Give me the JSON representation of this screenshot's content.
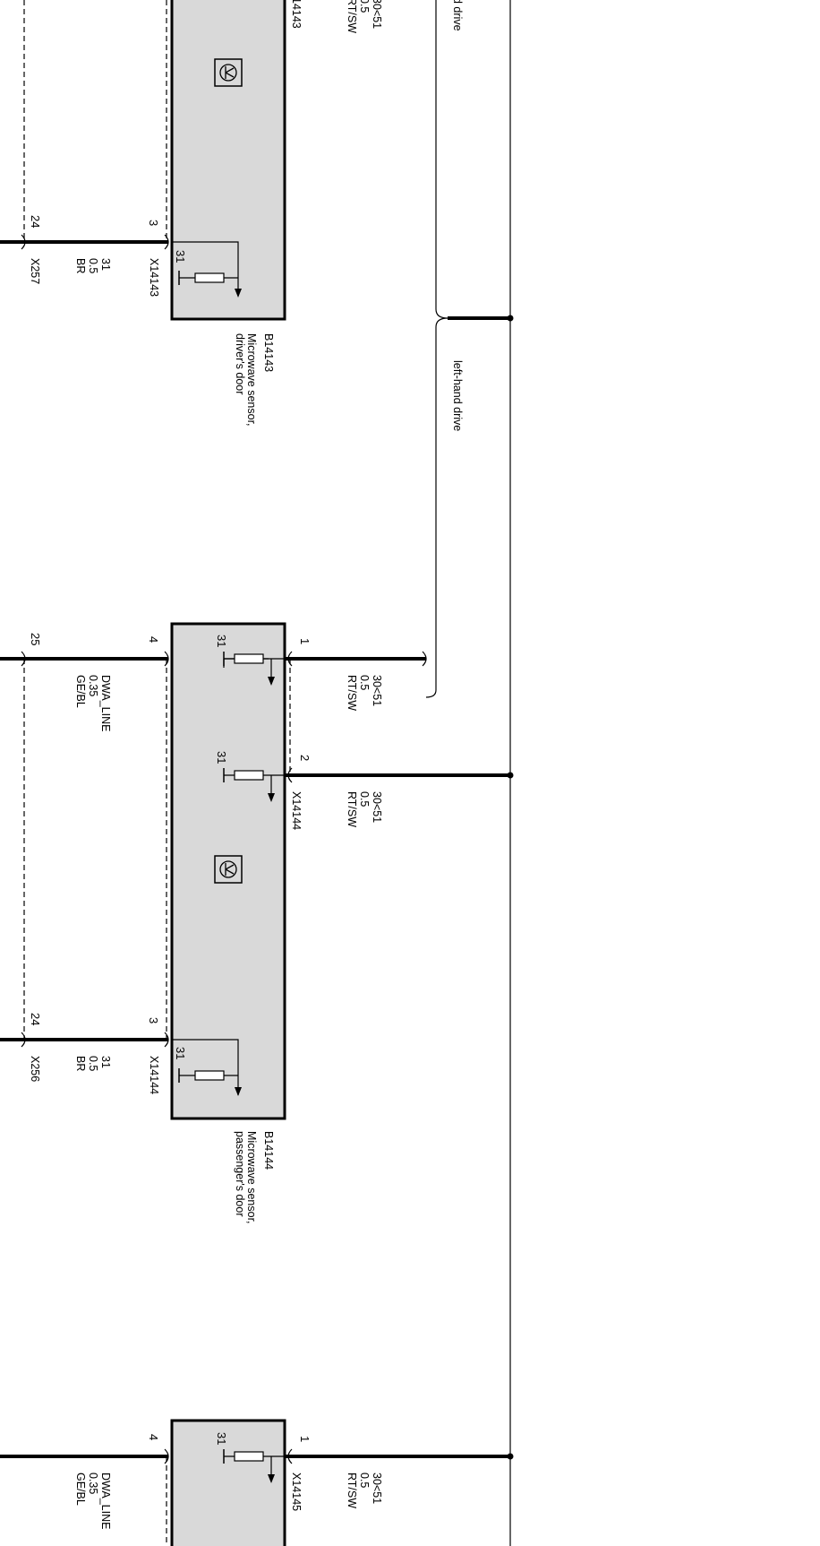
{
  "components": [
    {
      "id": "B14143",
      "desc1": "Microwave sensor,",
      "desc2": "driver's door"
    },
    {
      "id": "B14144",
      "desc1": "Microwave sensor,",
      "desc2": "passenger's door"
    }
  ],
  "brace_labels": {
    "top": "d drive",
    "left": "left-hand drive"
  },
  "sensor1": {
    "pin2_label": "30<51",
    "pin2_size": "0.5",
    "pin2_color": "RT/SW",
    "pin2_connector": "14143",
    "pin3": "3",
    "pin3_connector": "X14143",
    "pin3_signal": "31",
    "pin3_size": "0.5",
    "pin3_color": "BR",
    "ext_pin": "24",
    "ext_connector": "X257",
    "ground_pin": "31"
  },
  "sensor2": {
    "pin1": "1",
    "pin1_label": "30<51",
    "pin1_size": "0.5",
    "pin1_color": "RT/SW",
    "pin2": "2",
    "pin2_label": "30<51",
    "pin2_size": "0.5",
    "pin2_color": "RT/SW",
    "pin2_connector": "X14144",
    "pin4": "4",
    "pin4_signal": "DWA_LINE",
    "pin4_size": "0.35",
    "pin4_color": "GE/BL",
    "ext_pin4": "25",
    "pin3": "3",
    "pin3_connector": "X14144",
    "pin3_signal": "31",
    "pin3_size": "0.5",
    "pin3_color": "BR",
    "ext_pin3": "24",
    "ext_connector": "X256",
    "ground_pin": "31"
  },
  "sensor3": {
    "pin1": "1",
    "pin1_label": "30<51",
    "pin1_size": "0.5",
    "pin1_color": "RT/SW",
    "pin1_connector": "X14145",
    "pin4": "4",
    "pin4_signal": "DWA_LINE",
    "pin4_size": "0.35",
    "pin4_color": "GE/BL",
    "ground_pin": "31"
  }
}
